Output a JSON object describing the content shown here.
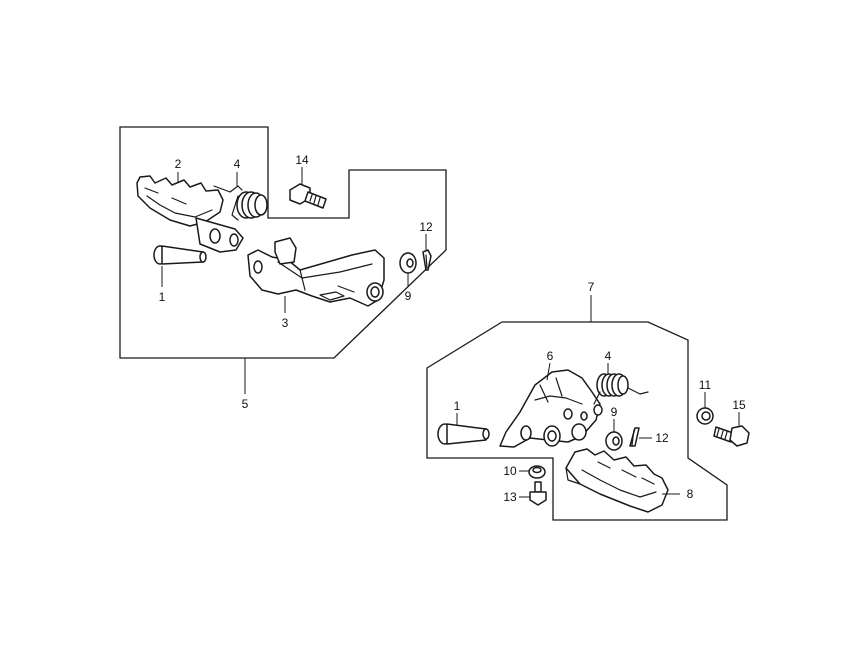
{
  "callouts": {
    "left": {
      "bolt_1": "1",
      "footpeg_2": "2",
      "bracket_3": "3",
      "spring_4": "4",
      "assembly_5": "5",
      "washer_9": "9",
      "cotter_pin_12": "12",
      "bolt_14": "14"
    },
    "right": {
      "bolt_1": "1",
      "spring_4": "4",
      "bracket_6": "6",
      "assembly_7": "7",
      "footpeg_8": "8",
      "washer_9": "9",
      "nut_10": "10",
      "washer_11": "11",
      "cotter_pin_12": "12",
      "bolt_13": "13",
      "bolt_15": "15"
    }
  }
}
